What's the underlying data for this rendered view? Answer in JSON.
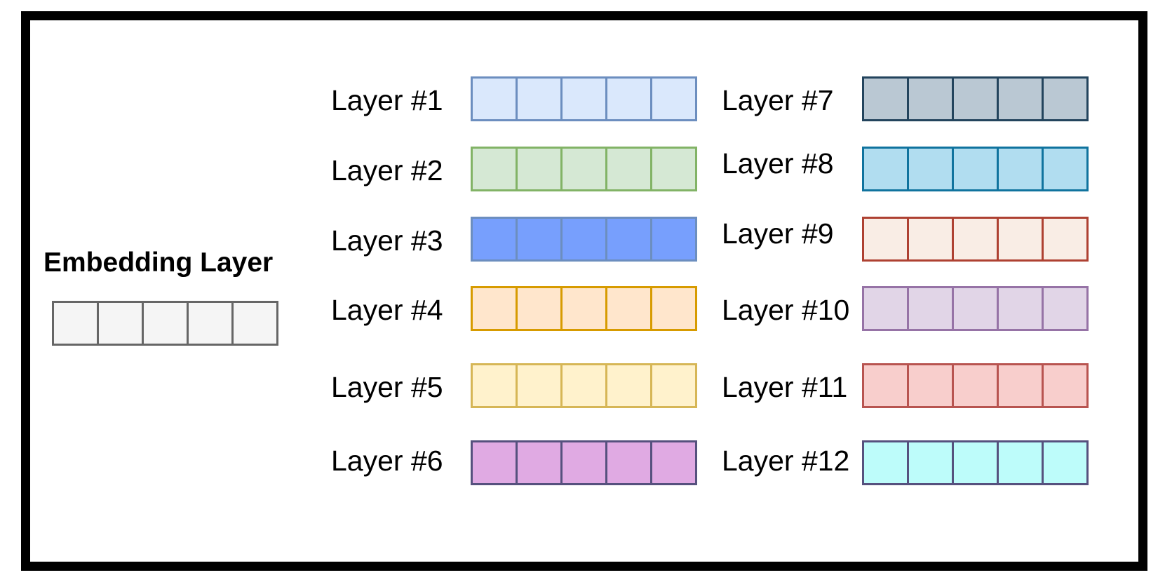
{
  "embedding": {
    "title": "Embedding Layer",
    "fill": "#f5f5f5",
    "stroke": "#666666",
    "cells": 5
  },
  "layers": [
    {
      "label": "Layer #1",
      "fill": "#dae8fc",
      "stroke": "#6c8ebf"
    },
    {
      "label": "Layer #2",
      "fill": "#d5e8d4",
      "stroke": "#82b366"
    },
    {
      "label": "Layer #3",
      "fill": "#779ffd",
      "stroke": "#6c8ebf"
    },
    {
      "label": "Layer #4",
      "fill": "#ffe6cc",
      "stroke": "#d79b00"
    },
    {
      "label": "Layer #5",
      "fill": "#fff2cc",
      "stroke": "#d6b656"
    },
    {
      "label": "Layer #6",
      "fill": "#e0aae3",
      "stroke": "#56517e"
    },
    {
      "label": "Layer #7",
      "fill": "#bac8d3",
      "stroke": "#23445d"
    },
    {
      "label": "Layer #8",
      "fill": "#b1ddf0",
      "stroke": "#10739e"
    },
    {
      "label": "Layer #9",
      "fill": "#f9ede5",
      "stroke": "#ae4132"
    },
    {
      "label": "Layer #10",
      "fill": "#e1d5e7",
      "stroke": "#9673a6"
    },
    {
      "label": "Layer #11",
      "fill": "#f8cecc",
      "stroke": "#b85450"
    },
    {
      "label": "Layer #12",
      "fill": "#bdfcfa",
      "stroke": "#56517e"
    }
  ]
}
